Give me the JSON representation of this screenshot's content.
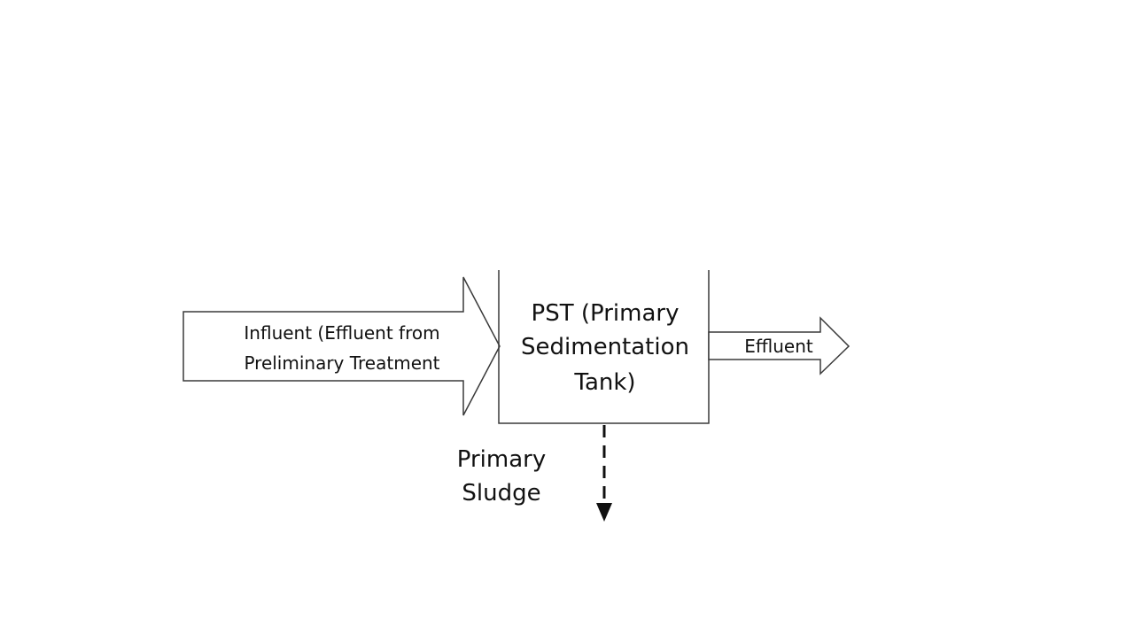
{
  "diagram": {
    "influent": {
      "line1": "Influent (Effluent from",
      "line2": "Preliminary Treatment"
    },
    "tank": {
      "line1": "PST (Primary",
      "line2": "Sedimentation",
      "line3": "Tank)"
    },
    "effluent": {
      "label": "Effluent"
    },
    "sludge": {
      "line1": "Primary",
      "line2": "Sludge"
    }
  },
  "colors": {
    "stroke": "#3a3a3a",
    "fill": "#ffffff",
    "text": "#111111"
  }
}
